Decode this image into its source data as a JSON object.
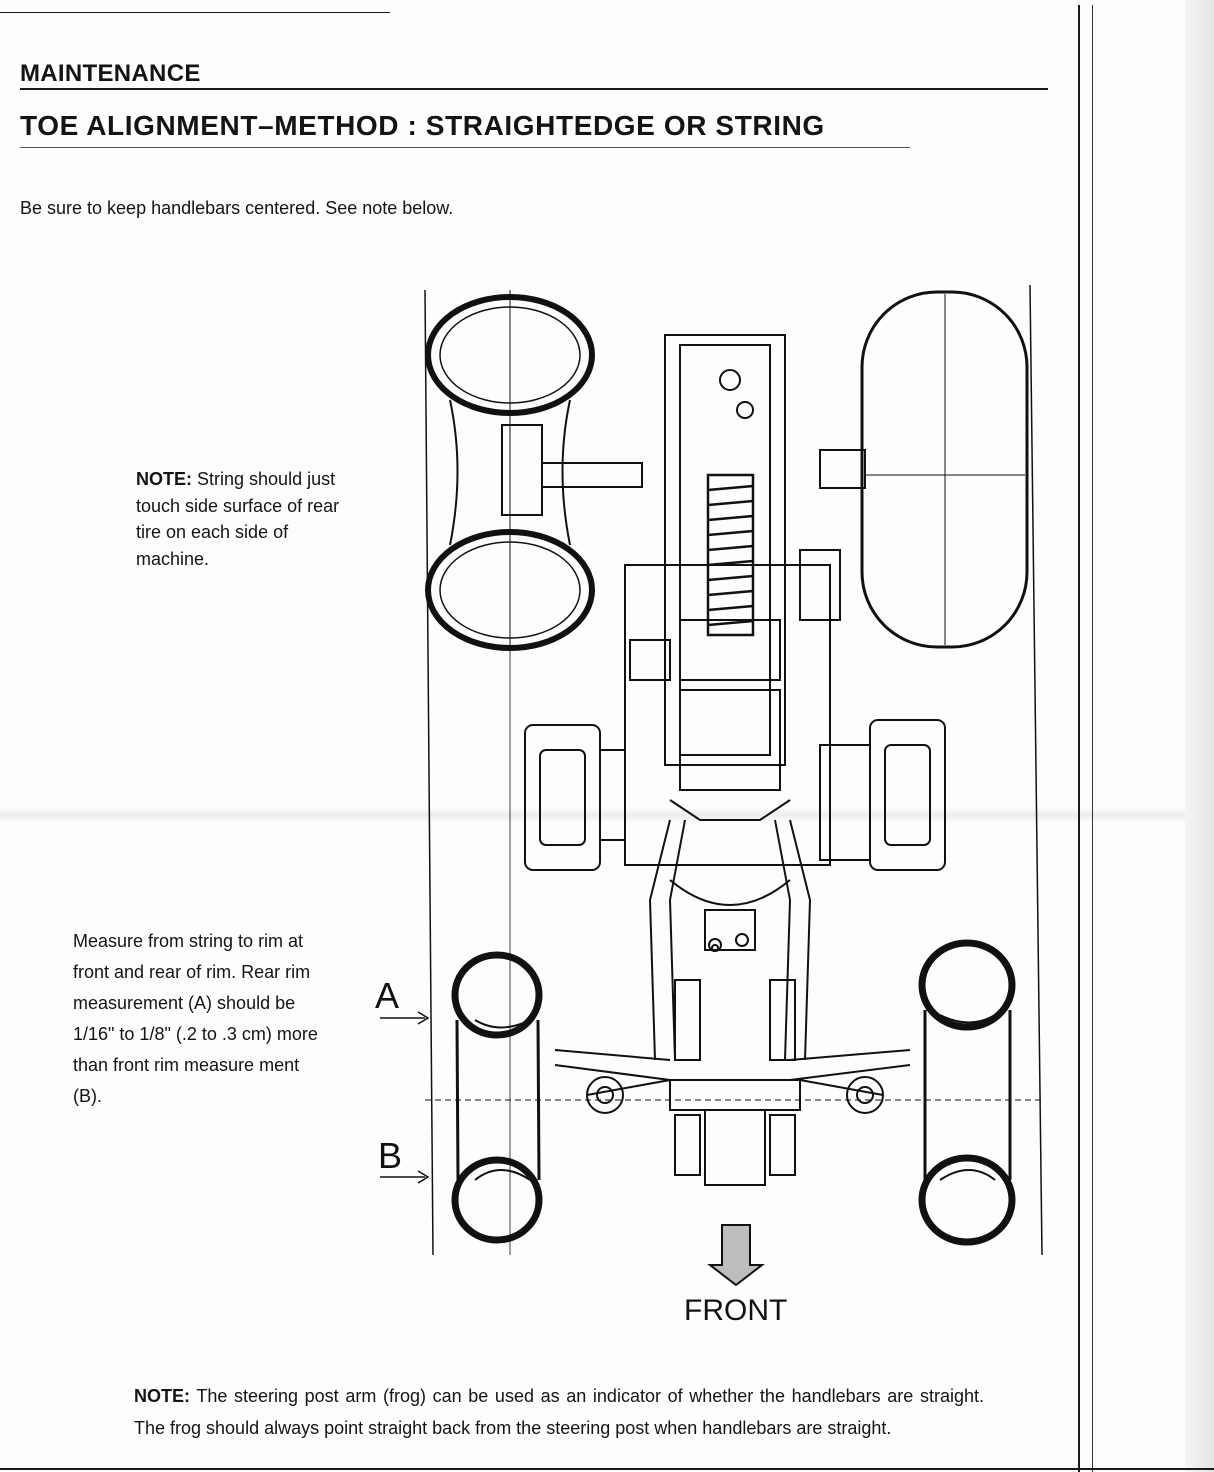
{
  "header": {
    "section": "MAINTENANCE",
    "title": "TOE ALIGNMENT–METHOD : STRAIGHTEDGE OR STRING"
  },
  "intro": "Be sure to keep handlebars centered. See note below.",
  "rear_note": {
    "label": "NOTE:",
    "text": "String should just touch side surface of rear tire on each side of machine."
  },
  "measure_note": "Measure from string to rim at front and rear of rim. Rear rim measurement (A) should be 1/16\" to 1/8\" (.2 to .3 cm) more than front rim measure ment (B).",
  "diagram": {
    "label_a": "A",
    "label_b": "B",
    "front_label": "FRONT"
  },
  "bottom_note": {
    "label": "NOTE:",
    "text": "The steering post arm (frog) can be used as an indicator of whether the handlebars are straight. The frog should always point straight back from the steering post when handlebars are straight."
  }
}
